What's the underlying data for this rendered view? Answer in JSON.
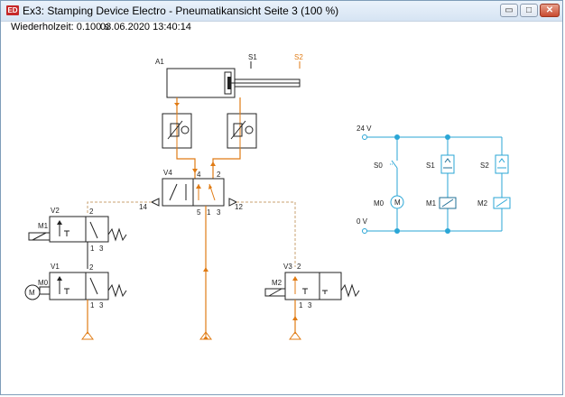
{
  "window": {
    "title": "Ex3: Stamping Device Electro - Pneumatikansicht Seite 3 (100 %)",
    "app_icon_text": "ED",
    "minimize": "▭",
    "maximize": "□",
    "close": "✕"
  },
  "status": {
    "replay_time": "Wiederholzeit: 0.100 s",
    "datetime": "03.06.2020 13:40:14"
  },
  "labels": {
    "A1": "A1",
    "S1_top": "S1",
    "S2_top": "S2",
    "V4": "V4",
    "V4_14": "14",
    "V4_12": "12",
    "V4_4": "4",
    "V4_2": "2",
    "V4_5": "5",
    "V4_1": "1",
    "V4_3": "3",
    "V2": "V2",
    "V2_2": "2",
    "V2_1": "1",
    "V2_3": "3",
    "M1": "M1",
    "V1": "V1",
    "V1_2": "2",
    "V1_1": "1",
    "V1_3": "3",
    "M0": "M0",
    "M_motor": "M",
    "V3": "V3",
    "V3_2": "2",
    "V3_1": "1",
    "V3_3": "3",
    "M2": "M2",
    "v24": "24 V",
    "v0": "0 V",
    "S0": "S0",
    "S1": "S1",
    "S2": "S2",
    "M0e": "M0",
    "M1e": "M1",
    "M2e": "M2",
    "motor_M": "M"
  },
  "colors": {
    "pressure": "#e07b14",
    "electric": "#2aa6d6",
    "line": "#222222",
    "pilot": "#e07b14"
  }
}
